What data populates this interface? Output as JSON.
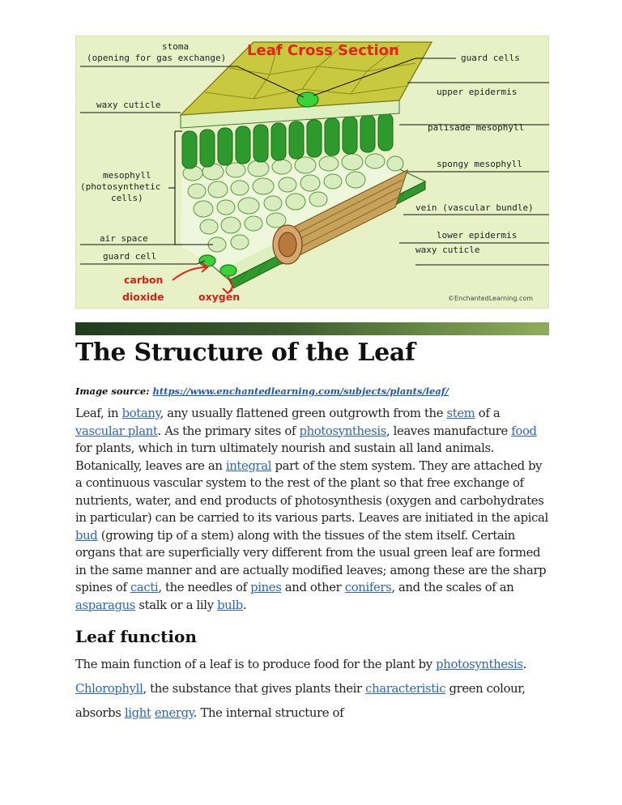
{
  "figure": {
    "title": "Leaf Cross Section",
    "labels": {
      "stoma": "stoma",
      "stoma_sub": "(opening for gas exchange)",
      "guard_cells": "guard cells",
      "upper_epidermis": "upper epidermis",
      "waxy_cuticle_top": "waxy cuticle",
      "palisade": "palisade mesophyll",
      "spongy": "spongy mesophyll",
      "mesophyll_1": "mesophyll",
      "mesophyll_2": "(photosynthetic",
      "mesophyll_3": "cells)",
      "vein": "vein (vascular bundle)",
      "lower_epidermis": "lower epidermis",
      "air_space": "air space",
      "waxy_cuticle_bottom": "waxy cuticle",
      "guard_cell": "guard cell",
      "carbon_1": "carbon",
      "carbon_2": "dioxide",
      "oxygen": "oxygen",
      "credit": "©EnchantedLearning.com"
    },
    "colors": {
      "background": "#e8f0c6",
      "epidermis": "#c9c940",
      "palisade": "#2e9a2e",
      "spongy": "#d9ecc0",
      "vein": "#c8a25a",
      "title_red": "#e3241b"
    }
  },
  "title": "The Structure of the Leaf",
  "source": {
    "label": "Image source: ",
    "url": "https://www.enchantedlearning.com/subjects/plants/leaf/"
  },
  "para1": {
    "t1": "Leaf, in ",
    "l1": "botany",
    "t2": ", any usually flattened green outgrowth from the ",
    "l2": "stem",
    "t3": " of a ",
    "l3": "vascular plant",
    "t4": ". As the primary sites of ",
    "l4": "photosynthesis",
    "t5": ", leaves manufacture ",
    "l5": "food",
    "t6": " for plants, which in turn ultimately nourish and sustain all land animals. Botanically, leaves are an ",
    "l6": "integral",
    "t7": " part of the stem system. They are attached by a continuous vascular system to the rest of the plant so that free exchange of nutrients, water, and end products of photosynthesis (oxygen and carbohydrates in particular) can be carried to its various parts. Leaves are initiated in the apical ",
    "l7": "bud",
    "t8": " (growing tip of a stem) along with the tissues of the stem itself. Certain organs that are superficially very different from the usual green leaf are formed in the same manner and are actually modified leaves; among these are the sharp spines of ",
    "l8": "cacti",
    "t9": ", the needles of ",
    "l9": "pines",
    "t10": " and other ",
    "l10": "conifers",
    "t11": ", and the scales of an ",
    "l11": "asparagus",
    "t12": " stalk or a lily ",
    "l12": "bulb",
    "t13": "."
  },
  "heading2": "Leaf function",
  "para2": {
    "t1": "The main function of a leaf is to produce food for the plant by ",
    "l1": "photosynthesis",
    "t2": ". ",
    "l2": "Chlorophyll",
    "t3": ", the substance that gives plants their ",
    "l3": "characteristic",
    "t4": " green colour, absorbs ",
    "l4": "light",
    "t5": " ",
    "l5": "energy",
    "t6": ". The internal structure of"
  }
}
